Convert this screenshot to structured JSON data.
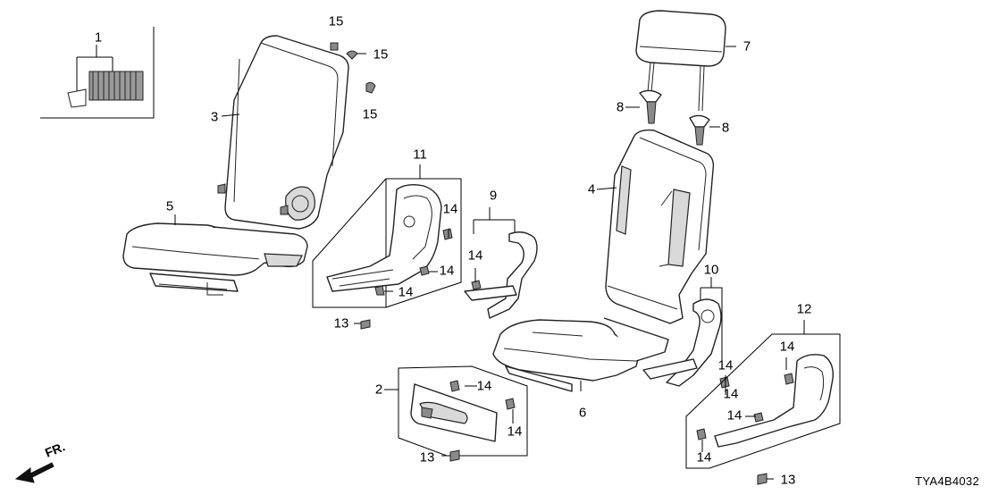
{
  "diagram": {
    "code": "TYA4B4032",
    "direction_label": "FR.",
    "callouts": {
      "c1": "1",
      "c2": "2",
      "c3": "3",
      "c4": "4",
      "c5": "5",
      "c6": "6",
      "c7": "7",
      "c8a": "8",
      "c8b": "8",
      "c9": "9",
      "c10": "10",
      "c11": "11",
      "c12": "12",
      "c13a": "13",
      "c13b": "13",
      "c13c": "13",
      "c14a": "14",
      "c14b": "14",
      "c14c": "14",
      "c14d": "14",
      "c14e": "14",
      "c14f": "14",
      "c14g": "14",
      "c14h": "14",
      "c14i": "14",
      "c14j": "14",
      "c14k": "14",
      "c15a": "15",
      "c15b": "15",
      "c15c": "15"
    }
  }
}
